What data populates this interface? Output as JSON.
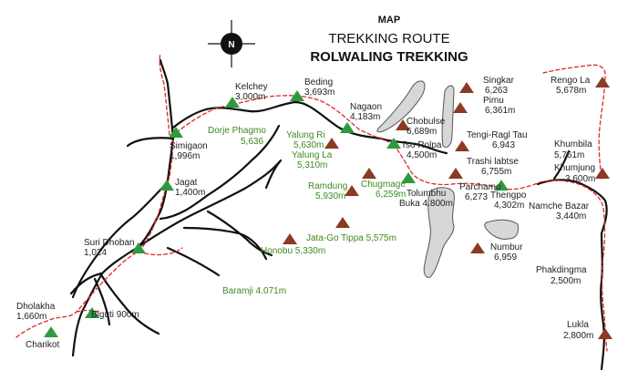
{
  "title": {
    "map": "MAP",
    "subtitle": "TREKKING ROUTE",
    "main": "ROLWALING TREKKING"
  },
  "compass": {
    "letter": "N"
  },
  "colors": {
    "camp_marker": "#2e9a3e",
    "peak_marker": "#8b3a24",
    "route": "#e0262b",
    "river": "#111111",
    "glacier": "#d7d7d7",
    "peak_text": "#3c8a1e"
  },
  "labels": {
    "charikot": "Charikot",
    "dholakha_name": "Dholakha",
    "dholakha_alt": "1,660m",
    "biguti": "Biguti 900m",
    "suri_name": "Suri Dhoban",
    "suri_alt": "1,024",
    "jagat_name": "Jagat",
    "jagat_alt": "1,400m",
    "simigaon_name": "Simigaon",
    "simigaon_alt": "1,996m",
    "kelchey_name": "Kelchey",
    "kelchey_alt": "3,000m",
    "beding_name": "Beding",
    "beding_alt": "3,693m",
    "nagaon_name": "Nagaon",
    "nagaon_alt": "4,183m",
    "chobulse_name": "Chobulse",
    "chobulse_alt": "6,689m",
    "tso_rolpa_name": "Tso Rolpa",
    "tso_rolpa_alt": "4,500m",
    "tolumbhu_name": "Tolumbhu",
    "tolumbhu_alt": "Buka 4.800m",
    "parchamo_name": "Parchamo",
    "parchamo_alt": "6,273",
    "thengpo_name": "Thengpo",
    "thengpo_alt": "4,302m",
    "singkar_name": "Singkar",
    "singkar_alt": "6,263",
    "pimu_name": "Pimu",
    "pimu_alt": "6,361m",
    "tengi_name": "Tengi-Ragl Tau",
    "tengi_alt": "6,943",
    "trashi_name": "Trashi labtse",
    "trashi_alt": "6,755m",
    "numbur_name": "Numbur",
    "numbur_alt": "6,959",
    "rengo_name": "Rengo La",
    "rengo_alt": "5,678m",
    "khumbila_name": "Khumbila",
    "khumbila_alt": "5,761m",
    "khumjung_name": "Khumjung",
    "khumjung_alt": "3,600m",
    "namche_name": "Namche Bazar",
    "namche_alt": "3,440m",
    "phakding_name": "Phakdingma",
    "phakding_alt": "2,500m",
    "lukla_name": "Lukla",
    "lukla_alt": "2,800m",
    "dorje_name": "Dorje Phagmo",
    "dorje_alt": "5,636",
    "yalung_ri_name": "Yalung Ri",
    "yalung_ri_alt": "5,630m",
    "yalung_la_name": "Yalung La",
    "yalung_la_alt": "5,310m",
    "ramdung_name": "Ramdung",
    "ramdung_alt": "5,930m",
    "chugmage_name": "Chugmage",
    "chugmage_alt": "6,259m",
    "jata_go": "Jata-Go Tippa 5,575m",
    "honobu": "Honobu 5,330m",
    "baramji": "Baramji 4.071m"
  }
}
